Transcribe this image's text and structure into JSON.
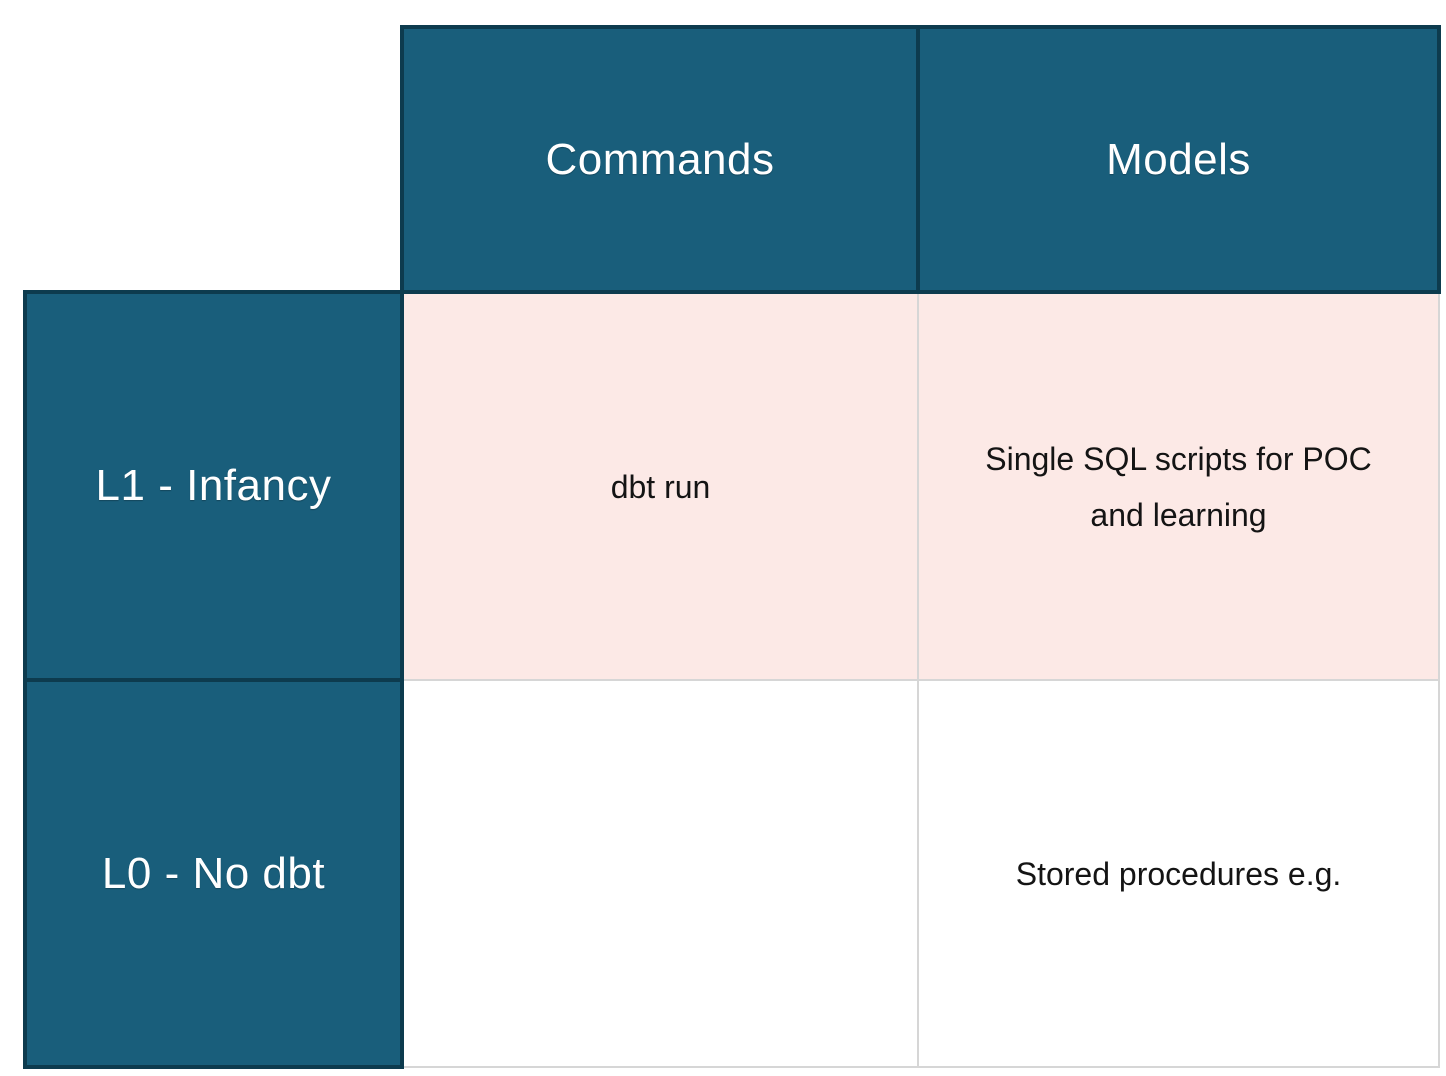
{
  "chart_data": {
    "type": "table",
    "title": "",
    "columns": [
      "Commands",
      "Models"
    ],
    "row_headers": [
      "L1 - Infancy",
      "L0 - No dbt"
    ],
    "rows": [
      {
        "label": "L1 - Infancy",
        "commands": "dbt run",
        "models": "Single SQL scripts for POC and learning",
        "highlighted": true
      },
      {
        "label": "L0 - No dbt",
        "commands": "",
        "models": "Stored procedures e.g.",
        "highlighted": false
      }
    ],
    "layout": {
      "corner_cell_empty": true,
      "grid_on": true,
      "header_position": "top-and-left"
    }
  },
  "colors": {
    "header_bg": "#195e7b",
    "header_border": "#0d3b4e",
    "header_text": "#ffffff",
    "highlight_row_bg": "#fce9e6",
    "plain_row_bg": "#ffffff",
    "grid_border": "#d6d6d6",
    "body_text": "#141414"
  }
}
